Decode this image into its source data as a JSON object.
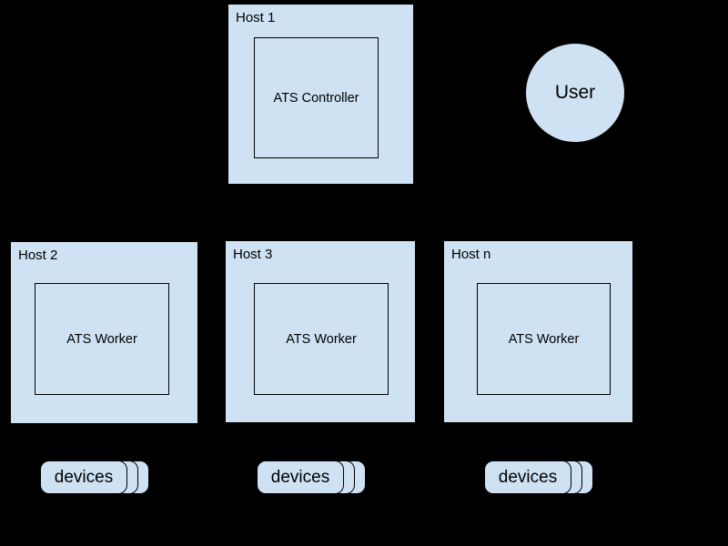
{
  "colors": {
    "background": "#000000",
    "node_fill": "#cfe2f3",
    "node_border": "#000000",
    "text": "#000000"
  },
  "controller_host": {
    "label": "Host 1",
    "component": "ATS Controller"
  },
  "user": {
    "label": "User"
  },
  "worker_hosts": [
    {
      "label": "Host 2",
      "component": "ATS Worker"
    },
    {
      "label": "Host 3",
      "component": "ATS Worker"
    },
    {
      "label": "Host n",
      "component": "ATS Worker"
    }
  ],
  "device_stacks": [
    {
      "label": "devices"
    },
    {
      "label": "devices"
    },
    {
      "label": "devices"
    }
  ]
}
